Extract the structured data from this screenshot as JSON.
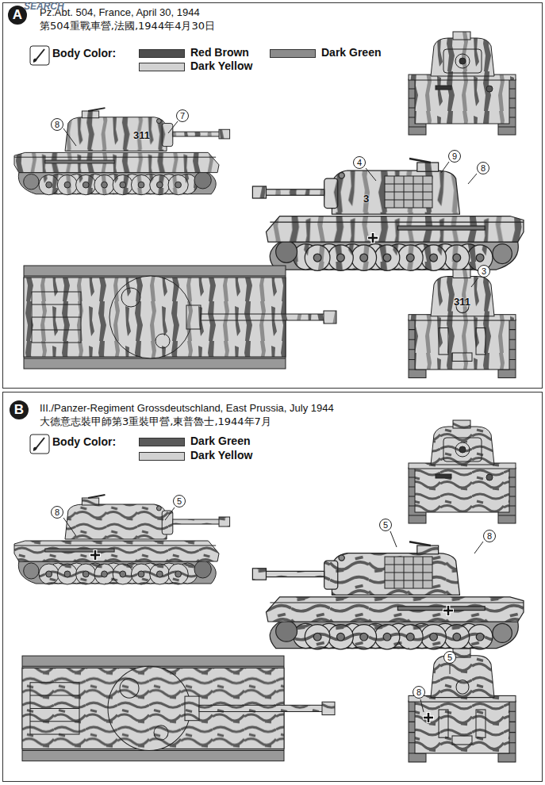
{
  "diagram": {
    "nodes": [
      {
        "text": [
          "Pz.Abt. 504, France, April 30, 1944",
          "第504重戰車營,法國,1944年4月30日"
        ]
      },
      {
        "text": [
          "A"
        ],
        "in": 0
      },
      {
        "text": [
          "III./Panzer-Regiment Grossdeutschland, East Prussia, July 1944",
          "大德意志裝甲師第3重裝甲營,東普魯士,1944年7月"
        ]
      },
      {
        "text": [
          "B"
        ],
        "in": 2
      }
    ],
    "labels": [
      "SEARCH",
      "Body Color:",
      "8",
      "7",
      "311",
      "4",
      "9",
      "8",
      "3",
      "3",
      "311",
      "Body Color:",
      "8",
      "5",
      "5",
      "8",
      "5",
      "8"
    ],
    "legend": [
      {
        "text": "Red Brown",
        "color": "#4d4d4d"
      },
      {
        "text": "Dark Green",
        "color": "#8c8c8c"
      },
      {
        "text": "Dark Yellow",
        "color": "#d2d2d2"
      },
      {
        "text": "Dark Green",
        "color": "#5a5a5a"
      },
      {
        "text": "Dark Yellow",
        "color": "#d2d2d2"
      }
    ]
  }
}
